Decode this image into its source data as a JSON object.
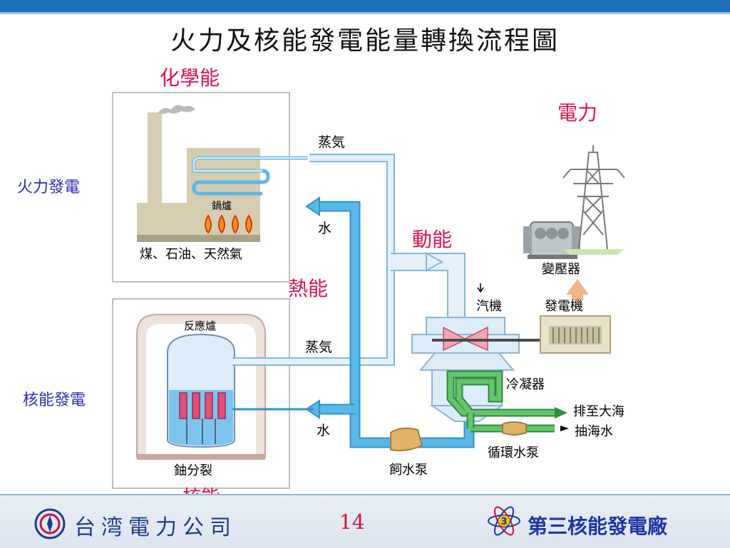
{
  "title": "火力及核能發電能量轉換流程圖",
  "energy": {
    "chemical": "化學能",
    "electric": "電力",
    "kinetic": "動能",
    "thermal": "熱能",
    "nuclear": "核能"
  },
  "plants": {
    "thermal": "火力發電",
    "nuclear": "核能發電"
  },
  "labels": {
    "boiler": "鍋爐",
    "fuel": "煤、石油、天然氣",
    "steam_top": "蒸気",
    "water_top": "水",
    "reactor": "反應爐",
    "steam_bottom": "蒸気",
    "water_bottom": "水",
    "fission": "鈾分裂",
    "feed_pump": "飼水泵",
    "turbine": "汽機",
    "generator": "發電機",
    "transformer": "變壓器",
    "condenser": "冷凝器",
    "discharge": "排至大海",
    "intake": "抽海水",
    "circ_pump": "循環水泵"
  },
  "footer": {
    "company": "台湾電力公司",
    "page": "14",
    "plant_name": "第三核能發電廠",
    "plant_badge": "3"
  },
  "colors": {
    "header_bar": "#1f72b8",
    "pipe_blue": "#5ab8e6",
    "pipe_light": "#dcecf8",
    "condenser_green": "#4caf50",
    "energy_red": "#e0104a",
    "plant_label_blue": "#2d2db3"
  }
}
